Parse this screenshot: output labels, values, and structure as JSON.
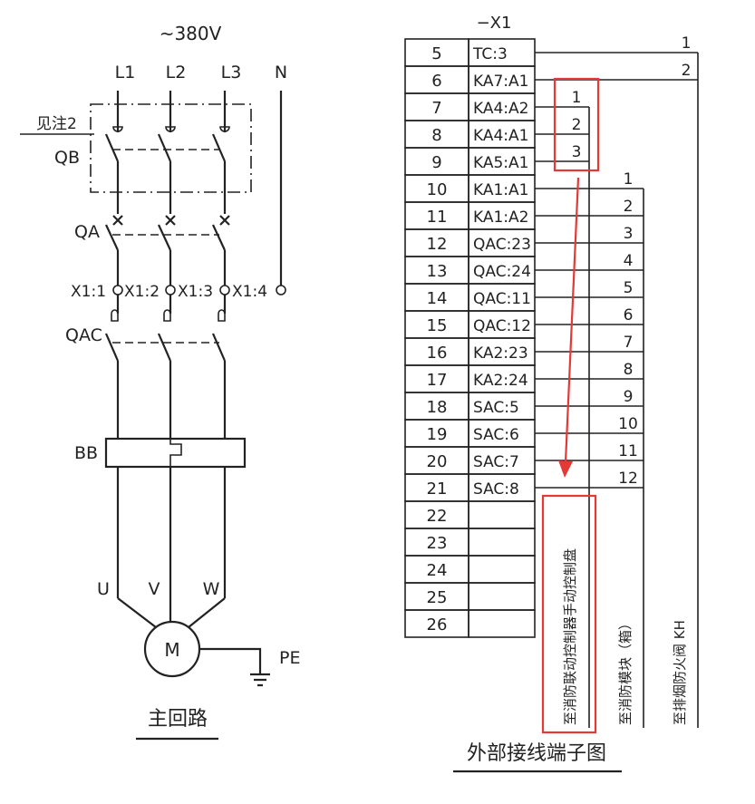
{
  "main_circuit": {
    "voltage": "~380V",
    "phases": [
      "L1",
      "L2",
      "L3",
      "N"
    ],
    "note_label": "见注2",
    "qb_label": "QB",
    "qa_label": "QA",
    "qac_label": "QAC",
    "terminals": [
      "X1:1",
      "X1:2",
      "X1:3",
      "X1:4"
    ],
    "bb_label": "BB",
    "outputs": [
      "U",
      "V",
      "W"
    ],
    "motor_label": "M",
    "pe_label": "PE",
    "title": "主回路"
  },
  "terminal_diagram": {
    "strip_label": "−X1",
    "rows": [
      {
        "num": "5",
        "label": "TC:3"
      },
      {
        "num": "6",
        "label": "KA7:A1"
      },
      {
        "num": "7",
        "label": "KA4:A2"
      },
      {
        "num": "8",
        "label": "KA4:A1"
      },
      {
        "num": "9",
        "label": "KA5:A1"
      },
      {
        "num": "10",
        "label": "KA1:A1"
      },
      {
        "num": "11",
        "label": "KA1:A2"
      },
      {
        "num": "12",
        "label": "QAC:23"
      },
      {
        "num": "13",
        "label": "QAC:24"
      },
      {
        "num": "14",
        "label": "QAC:11"
      },
      {
        "num": "15",
        "label": "QAC:12"
      },
      {
        "num": "16",
        "label": "KA2:23"
      },
      {
        "num": "17",
        "label": "KA2:24"
      },
      {
        "num": "18",
        "label": "SAC:5"
      },
      {
        "num": "19",
        "label": "SAC:6"
      },
      {
        "num": "20",
        "label": "SAC:7"
      },
      {
        "num": "21",
        "label": "SAC:8"
      },
      {
        "num": "22",
        "label": ""
      },
      {
        "num": "23",
        "label": ""
      },
      {
        "num": "24",
        "label": ""
      },
      {
        "num": "25",
        "label": ""
      },
      {
        "num": "26",
        "label": ""
      }
    ],
    "cable_groups": [
      {
        "wires": [
          "1",
          "2"
        ],
        "destination": "至排烟防火阀 KH"
      },
      {
        "wires": [
          "1",
          "2",
          "3"
        ],
        "destination": "至消防联动控制器手动控制盘"
      },
      {
        "wires": [
          "1",
          "2",
          "3",
          "4",
          "5",
          "6",
          "7",
          "8",
          "9",
          "10",
          "11",
          "12"
        ],
        "destination": "至消防模块（箱）"
      }
    ],
    "title": "外部接线端子图"
  },
  "colors": {
    "line": "#222222",
    "highlight": "#e53935"
  }
}
